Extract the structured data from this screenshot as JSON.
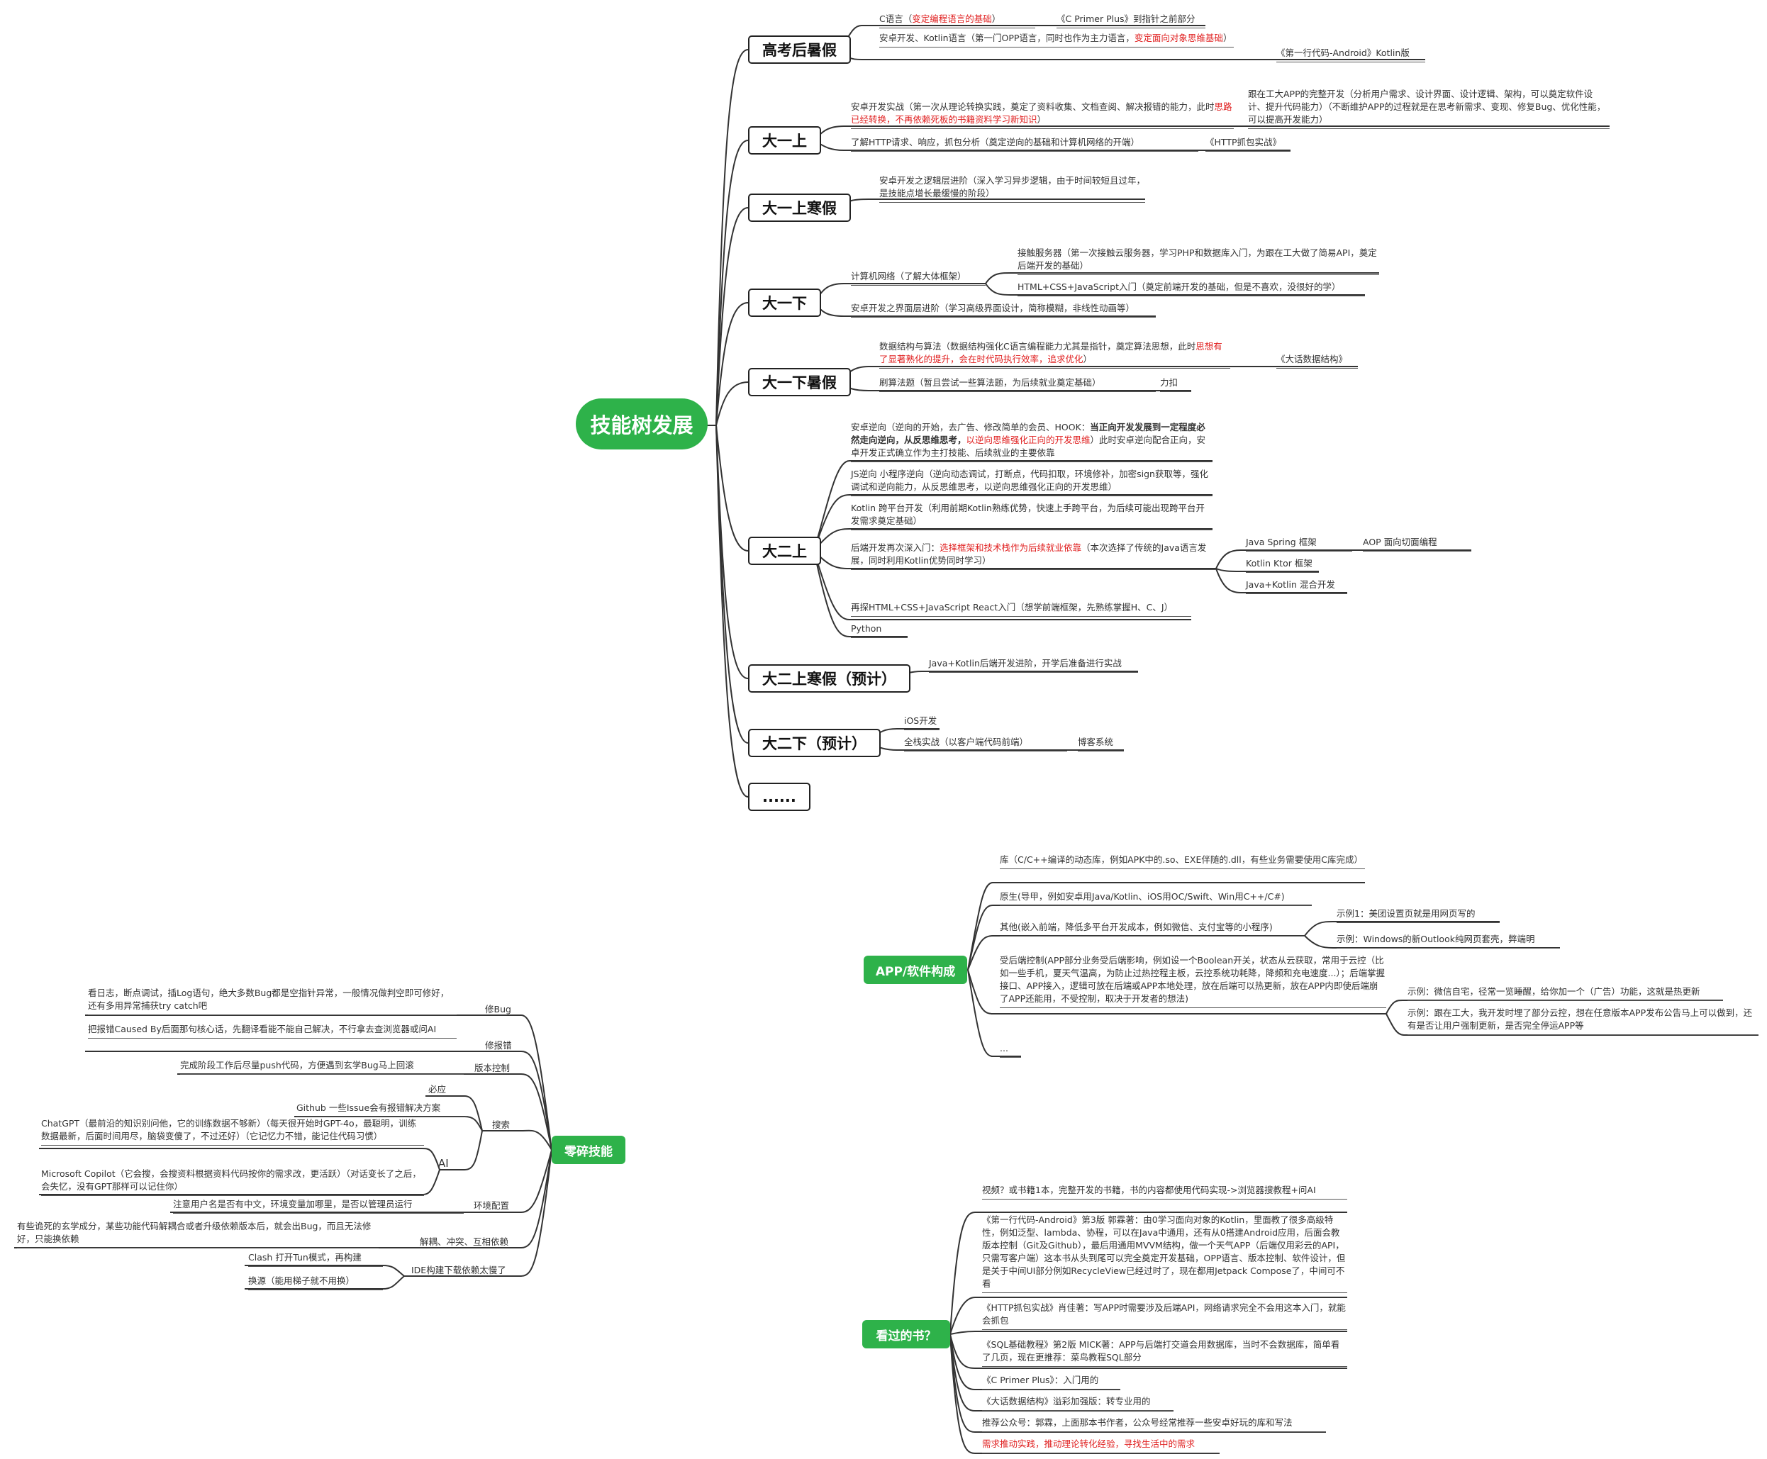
{
  "colors": {
    "root": "#2eb24a",
    "red": "#e02020",
    "line": "#333333"
  },
  "top": {
    "root": "技能树发展",
    "branches": [
      {
        "label": "高考后暑假",
        "leaves": [
          [
            [
              "C语言（",
              ""
            ],
            [
              "变定编程语言的基础",
              "r"
            ],
            [
              "）",
              ""
            ]
          ],
          [
            [
              "《C Primer Plus》到指针之前部分",
              ""
            ]
          ],
          [
            [
              "安卓开发、Kotlin语言（第一门OPP语言，同时也作为主力语言，",
              ""
            ],
            [
              "变定面向对象思维基础",
              "r"
            ],
            [
              "）",
              ""
            ]
          ],
          [
            [
              "《第一行代码-Android》Kotlin版",
              ""
            ]
          ]
        ]
      },
      {
        "label": "大一上",
        "leaves": [
          [
            [
              "安卓开发实战（第一次从理论转换实践，奠定了资料收集、文档查阅、解决报错的能力，此时",
              ""
            ],
            [
              "思路已经转换，不再依赖死板的书籍资料学习新知识",
              "r"
            ],
            [
              "）",
              ""
            ]
          ],
          [
            [
              "跟在工大APP的完整开发（分析用户需求、设计界面、设计逻辑、架构，可以奠定软件设计、提升代码能力）（不断维护APP的过程就是在思考新需求、变现、修复Bug、优化性能，可以提高开发能力）",
              ""
            ]
          ],
          [
            [
              "了解HTTP请求、响应，抓包分析（奠定逆向的基础和计算机网络的开端）",
              ""
            ]
          ],
          [
            [
              "《HTTP抓包实战》",
              ""
            ]
          ]
        ]
      },
      {
        "label": "大一上寒假",
        "leaves": [
          [
            [
              "安卓开发之逻辑层进阶（深入学习异步逻辑，由于时间较短且过年，是技能点增长最缓慢的阶段）",
              ""
            ]
          ]
        ]
      },
      {
        "label": "大一下",
        "leaves": [
          [
            [
              "计算机网络（了解大体框架）",
              ""
            ]
          ],
          [
            [
              "接触服务器（第一次接触云服务器，学习PHP和数据库入门，为跟在工大做了简易API，奠定后端开发的基础）",
              ""
            ]
          ],
          [
            [
              "HTML+CSS+JavaScript入门（奠定前端开发的基础，但是不喜欢，没很好的学）",
              ""
            ]
          ],
          [
            [
              "安卓开发之界面层进阶（学习高级界面设计，简称模糊，非线性动画等）",
              ""
            ]
          ]
        ]
      },
      {
        "label": "大一下暑假",
        "leaves": [
          [
            [
              "数据结构与算法（数据结构强化C语言编程能力尤其是指针，奠定算法思想，此时",
              ""
            ],
            [
              "思想有了显著熟化的提升，会在时代码执行效率，追求优化",
              "r"
            ],
            [
              "）",
              ""
            ]
          ],
          [
            [
              "《大话数据结构》",
              ""
            ]
          ],
          [
            [
              "刷算法题（暂且尝试一些算法题，为后续就业奠定基础）",
              ""
            ]
          ],
          [
            [
              "力扣",
              ""
            ]
          ]
        ]
      },
      {
        "label": "大二上",
        "leaves": [
          [
            [
              "安卓逆向（逆向的开始，去广告、修改简单的会员、HOOK：",
              ""
            ],
            [
              "当正向开发发展到一定程度必然走向逆向，从反思维思考，",
              "b"
            ],
            [
              "以逆向思维强化正向的开发思维",
              "r"
            ],
            [
              "）此时安卓逆向配合正向，安卓开发正式确立作为主打技能、后续就业的主要依靠",
              ""
            ]
          ],
          [
            [
              "JS逆向 小程序逆向（逆向动态调试，打断点，代码扣取，环境修补，加密sign获取等，强化调试和逆向能力，从反思维思考，以逆向思维强化正向的开发思维）",
              ""
            ]
          ],
          [
            [
              "Kotlin 跨平台开发（利用前期Kotlin熟练优势，快速上手跨平台，为后续可能出现跨平台开发需求奠定基础）",
              ""
            ]
          ],
          [
            [
              "后端开发再次深入门：",
              ""
            ],
            [
              "选择框架和技术栈作为后续就业依靠",
              "r"
            ],
            [
              "（本次选择了传统的Java语言发展，同时利用Kotlin优势同时学习）",
              ""
            ]
          ],
          [
            [
              "Java Spring 框架",
              ""
            ]
          ],
          [
            [
              "AOP 面向切面编程",
              ""
            ]
          ],
          [
            [
              "Kotlin Ktor 框架",
              ""
            ]
          ],
          [
            [
              "Java+Kotlin 混合开发",
              ""
            ]
          ],
          [
            [
              "再探HTML+CSS+JavaScript React入门（想学前端框架，先熟练掌握H、C、J）",
              ""
            ]
          ],
          [
            [
              "Python",
              ""
            ]
          ]
        ]
      },
      {
        "label": "大二上寒假（预计）",
        "leaves": [
          [
            [
              "Java+Kotlin后端开发进阶，开学后准备进行实战",
              ""
            ]
          ]
        ]
      },
      {
        "label": "大二下（预计）",
        "leaves": [
          [
            [
              "iOS开发",
              ""
            ]
          ],
          [
            [
              "全栈实战（以客户端代码前端）",
              ""
            ]
          ],
          [
            [
              "博客系统",
              ""
            ]
          ]
        ]
      },
      {
        "label": "......",
        "leaves": []
      }
    ]
  },
  "app": {
    "root": "APP/软件构成",
    "leaves": [
      [
        [
          "库（C/C++编译的动态库，例如APK中的.so、EXE伴随的.dll，有些业务需要使用C库完成）",
          ""
        ]
      ],
      [
        [
          "原生(导甲，例如安卓用Java/Kotlin、iOS用OC/Swift、Win用C++/C#)",
          ""
        ]
      ],
      [
        [
          "其他(嵌入前端，降低多平台开发成本，例如微信、支付宝等的小程序)",
          ""
        ]
      ],
      [
        [
          "示例1：美团设置页就是用网页写的",
          ""
        ]
      ],
      [
        [
          "示例：Windows的新Outlook纯网页套壳，弊端明",
          ""
        ]
      ],
      [
        [
          "受后端控制(APP部分业务受后端影响，例如设一个Boolean开关，状态从云获取，常用于云控（比如一些手机，夏天气温高，为防止过热控程主板，云控系统功耗降，降频和充电速度...）；后端掌握接口、APP接入，逻辑可放在后端或APP本地处理，放在后端可以热更新，放在APP内即使后端崩了APP还能用，不受控制，取决于开发者的想法)",
          ""
        ]
      ],
      [
        [
          "示例：微信自宅，径常一览睡醒，给你加一个（广告）功能，这就是热更新",
          ""
        ]
      ],
      [
        [
          "示例：跟在工大，我开发时埋了部分云控，想在任意版本APP发布公告马上可以做到，还有是否让用户强制更新，是否完全停运APP等",
          ""
        ]
      ],
      [
        [
          "...",
          ""
        ]
      ]
    ]
  },
  "skills": {
    "root": "零碎技能",
    "items": [
      {
        "label": "修Bug",
        "text": [
          [
            "看日志，断点调试，插Log语句，绝大多数Bug都是空指针异常，一般情况做判空即可修好，还有多用异常捕获try catch吧",
            ""
          ]
        ]
      },
      {
        "label": "修报错",
        "text": [
          [
            "把报错Caused By后面那句核心话，先翻译看能不能自己解决，不行拿去查浏览器或问AI",
            ""
          ]
        ]
      },
      {
        "label": "版本控制",
        "text": [
          [
            "完成阶段工作后尽量push代码，方便遇到玄学Bug马上回滚",
            ""
          ]
        ]
      },
      {
        "label": "搜索",
        "text": []
      },
      {
        "label": "必应",
        "text": []
      },
      {
        "label": "Github",
        "text": [
          [
            "Github  一些Issue会有报错解决方案",
            ""
          ]
        ]
      },
      {
        "label": "AI",
        "text": []
      },
      {
        "label": "ChatGPT",
        "text": [
          [
            "ChatGPT（最前沿的知识别问他，它的训练数据不够新）（每天很开始时GPT-4o，最聪明，训练数据最新，后面时间用尽，脑袋变傻了，不过还好）（它记忆力不错，能记住代码习惯）",
            ""
          ]
        ]
      },
      {
        "label": "Copilot",
        "text": [
          [
            "Microsoft Copilot（它会搜，会搜资料根据资料代码按你的需求改，更活跃）（对话变长了之后，会失忆，没有GPT那样可以记住你）",
            ""
          ]
        ]
      },
      {
        "label": "环境配置",
        "text": [
          [
            "注意用户名是否有中文，环境变量加哪里，是否以管理员运行",
            ""
          ]
        ]
      },
      {
        "label": "解耦、冲突、互相依赖",
        "text": [
          [
            "有些诡死的玄学成分，某些功能代码解耦合或者升级依赖版本后，就会出Bug，而且无法修好，只能换依赖",
            ""
          ]
        ]
      },
      {
        "label": "IDE构建下载依赖太慢了",
        "text": []
      },
      {
        "label": "Clash",
        "text": [
          [
            "Clash 打开Tun模式，再构建",
            ""
          ]
        ]
      },
      {
        "label": "换源",
        "text": [
          [
            "换源（能用梯子就不用换）",
            ""
          ]
        ]
      }
    ]
  },
  "books": {
    "root": "看过的书？",
    "leaves": [
      [
        [
          "视频？或书籍1本，完整开发的书籍，书的内容都使用代码实现->浏览器搜教程+问AI",
          ""
        ]
      ],
      [
        [
          "《第一行代码-Android》第3版 郭霖著：由0学习面向对象的Kotlin，里面教了很多高级特性，例如泛型、lambda、协程，可以在Java中通用，还有从0搭建Android应用，后面会教版本控制（Git及Github），最后用通用MVVM结构，做一个天气APP（后端仅用彩云的API，只需写客户端）这本书从头到尾可以完全奠定开发基础，OPP语言、版本控制、软件设计，但是关于中间UI部分例如RecycleView已经过时了，现在都用Jetpack Compose了，中间可不看",
          ""
        ]
      ],
      [
        [
          "《HTTP抓包实战》肖佳著：写APP时需要涉及后端API，网络请求完全不会用这本入门，就能会抓包",
          ""
        ]
      ],
      [
        [
          "《SQL基础教程》第2版 MICK著：APP与后端打交道会用数据库，当时不会数据库，简单看了几页，现在更推荐：菜鸟教程SQL部分",
          ""
        ]
      ],
      [
        [
          "《C Primer Plus》：入门用的",
          ""
        ]
      ],
      [
        [
          "《大话数据结构》溢彩加强版：转专业用的",
          ""
        ]
      ],
      [
        [
          "推荐公众号：郭霖，上面那本书作者，公众号经常推荐一些安卓好玩的库和写法",
          ""
        ]
      ],
      [
        [
          "需求推动实践，推动理论转化经验，寻找生活中的需求",
          "r"
        ]
      ]
    ]
  }
}
